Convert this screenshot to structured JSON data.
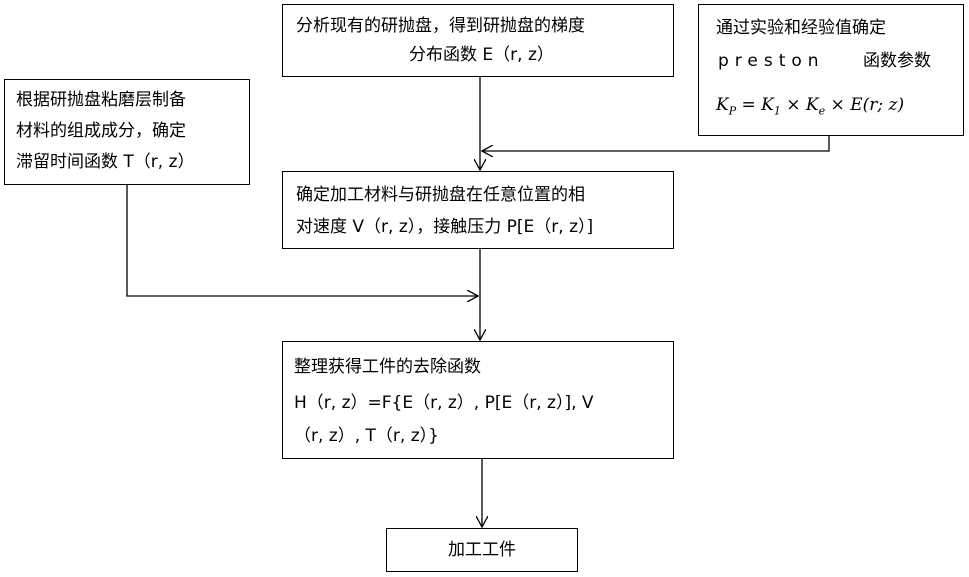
{
  "nodes": {
    "analyze_disc": {
      "line1": "分析现有的研抛盘，得到研抛盘的梯度",
      "line2": "分布函数 E（r, z）"
    },
    "preston_params": {
      "line1": "通过实验和经验值确定",
      "line2_a": "preston",
      "line2_b": "函数参数",
      "formula": "K_P = K_1 × K_e × E(r, z)"
    },
    "residence_time": {
      "line1": "根据研抛盘粘磨层制备",
      "line2": "材料的组成成分，确定",
      "line3": "滞留时间函数 T（r, z）"
    },
    "velocity_pressure": {
      "line1": "确定加工材料与研抛盘在任意位置的相",
      "line2": "对速度 V（r, z），接触压力 P[E（r, z）]"
    },
    "removal_function": {
      "line1": "整理获得工件的去除函数",
      "line2": "H（r, z）=F{E（r, z）, P[E（r, z）], V",
      "line3": "（r, z）, T（r, z）}"
    },
    "process": {
      "label": "加工工件"
    }
  },
  "edges": [
    {
      "from": "analyze_disc",
      "to": "velocity_pressure"
    },
    {
      "from": "preston_params",
      "to": "velocity_pressure"
    },
    {
      "from": "residence_time",
      "to": "removal_function"
    },
    {
      "from": "velocity_pressure",
      "to": "removal_function"
    },
    {
      "from": "removal_function",
      "to": "process"
    }
  ]
}
